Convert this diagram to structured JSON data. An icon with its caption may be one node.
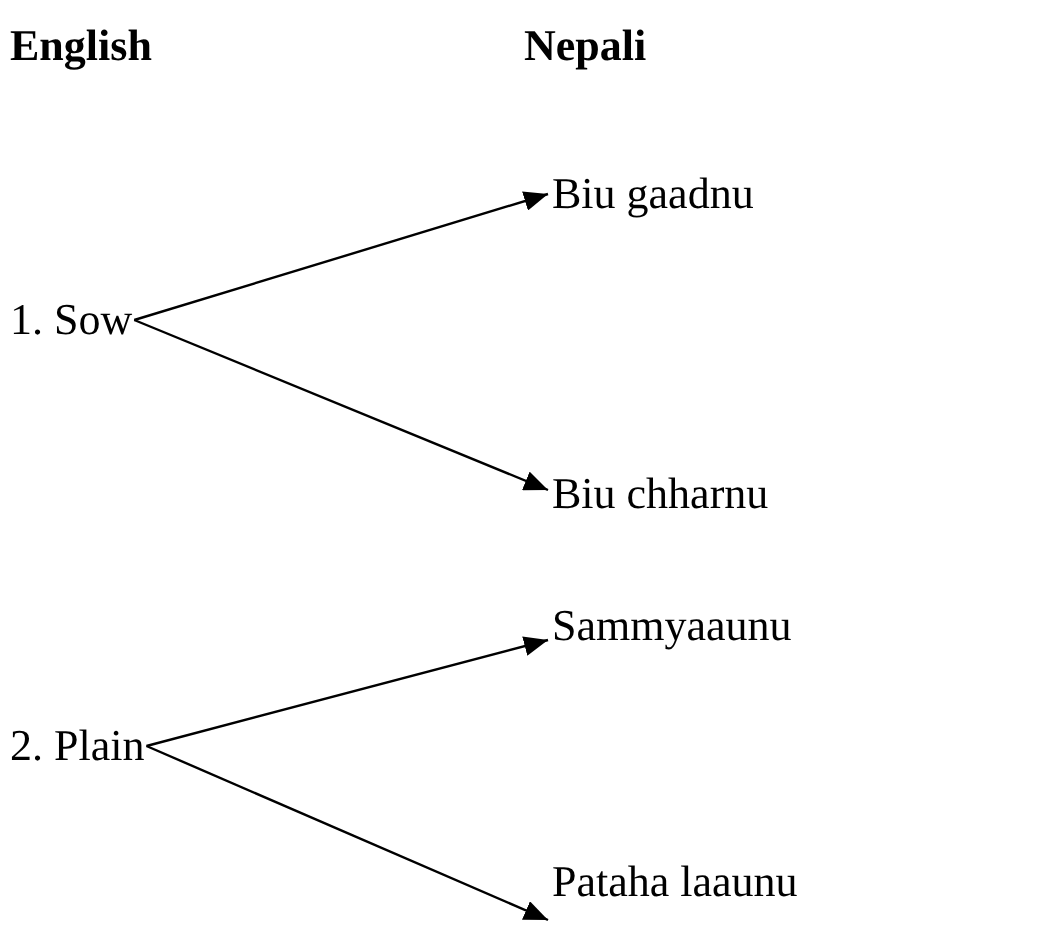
{
  "diagram": {
    "nodes": [
      {
        "text": [
          "1. Sow"
        ]
      },
      {
        "text": [
          "Biu gaadnu"
        ]
      },
      {
        "text": [
          "Biu chharnu"
        ]
      },
      {
        "text": [
          "2. Plain"
        ]
      },
      {
        "text": [
          "Sammyaaunu"
        ]
      },
      {
        "text": [
          "Pataha laaunu"
        ]
      }
    ],
    "edges": [
      {
        "from": 0,
        "to": 1,
        "arrow": "to"
      },
      {
        "from": 0,
        "to": 2,
        "arrow": "to"
      },
      {
        "from": 3,
        "to": 4,
        "arrow": "to"
      },
      {
        "from": 3,
        "to": 5,
        "arrow": "to"
      }
    ],
    "labels": [
      "English",
      "Nepali"
    ]
  }
}
